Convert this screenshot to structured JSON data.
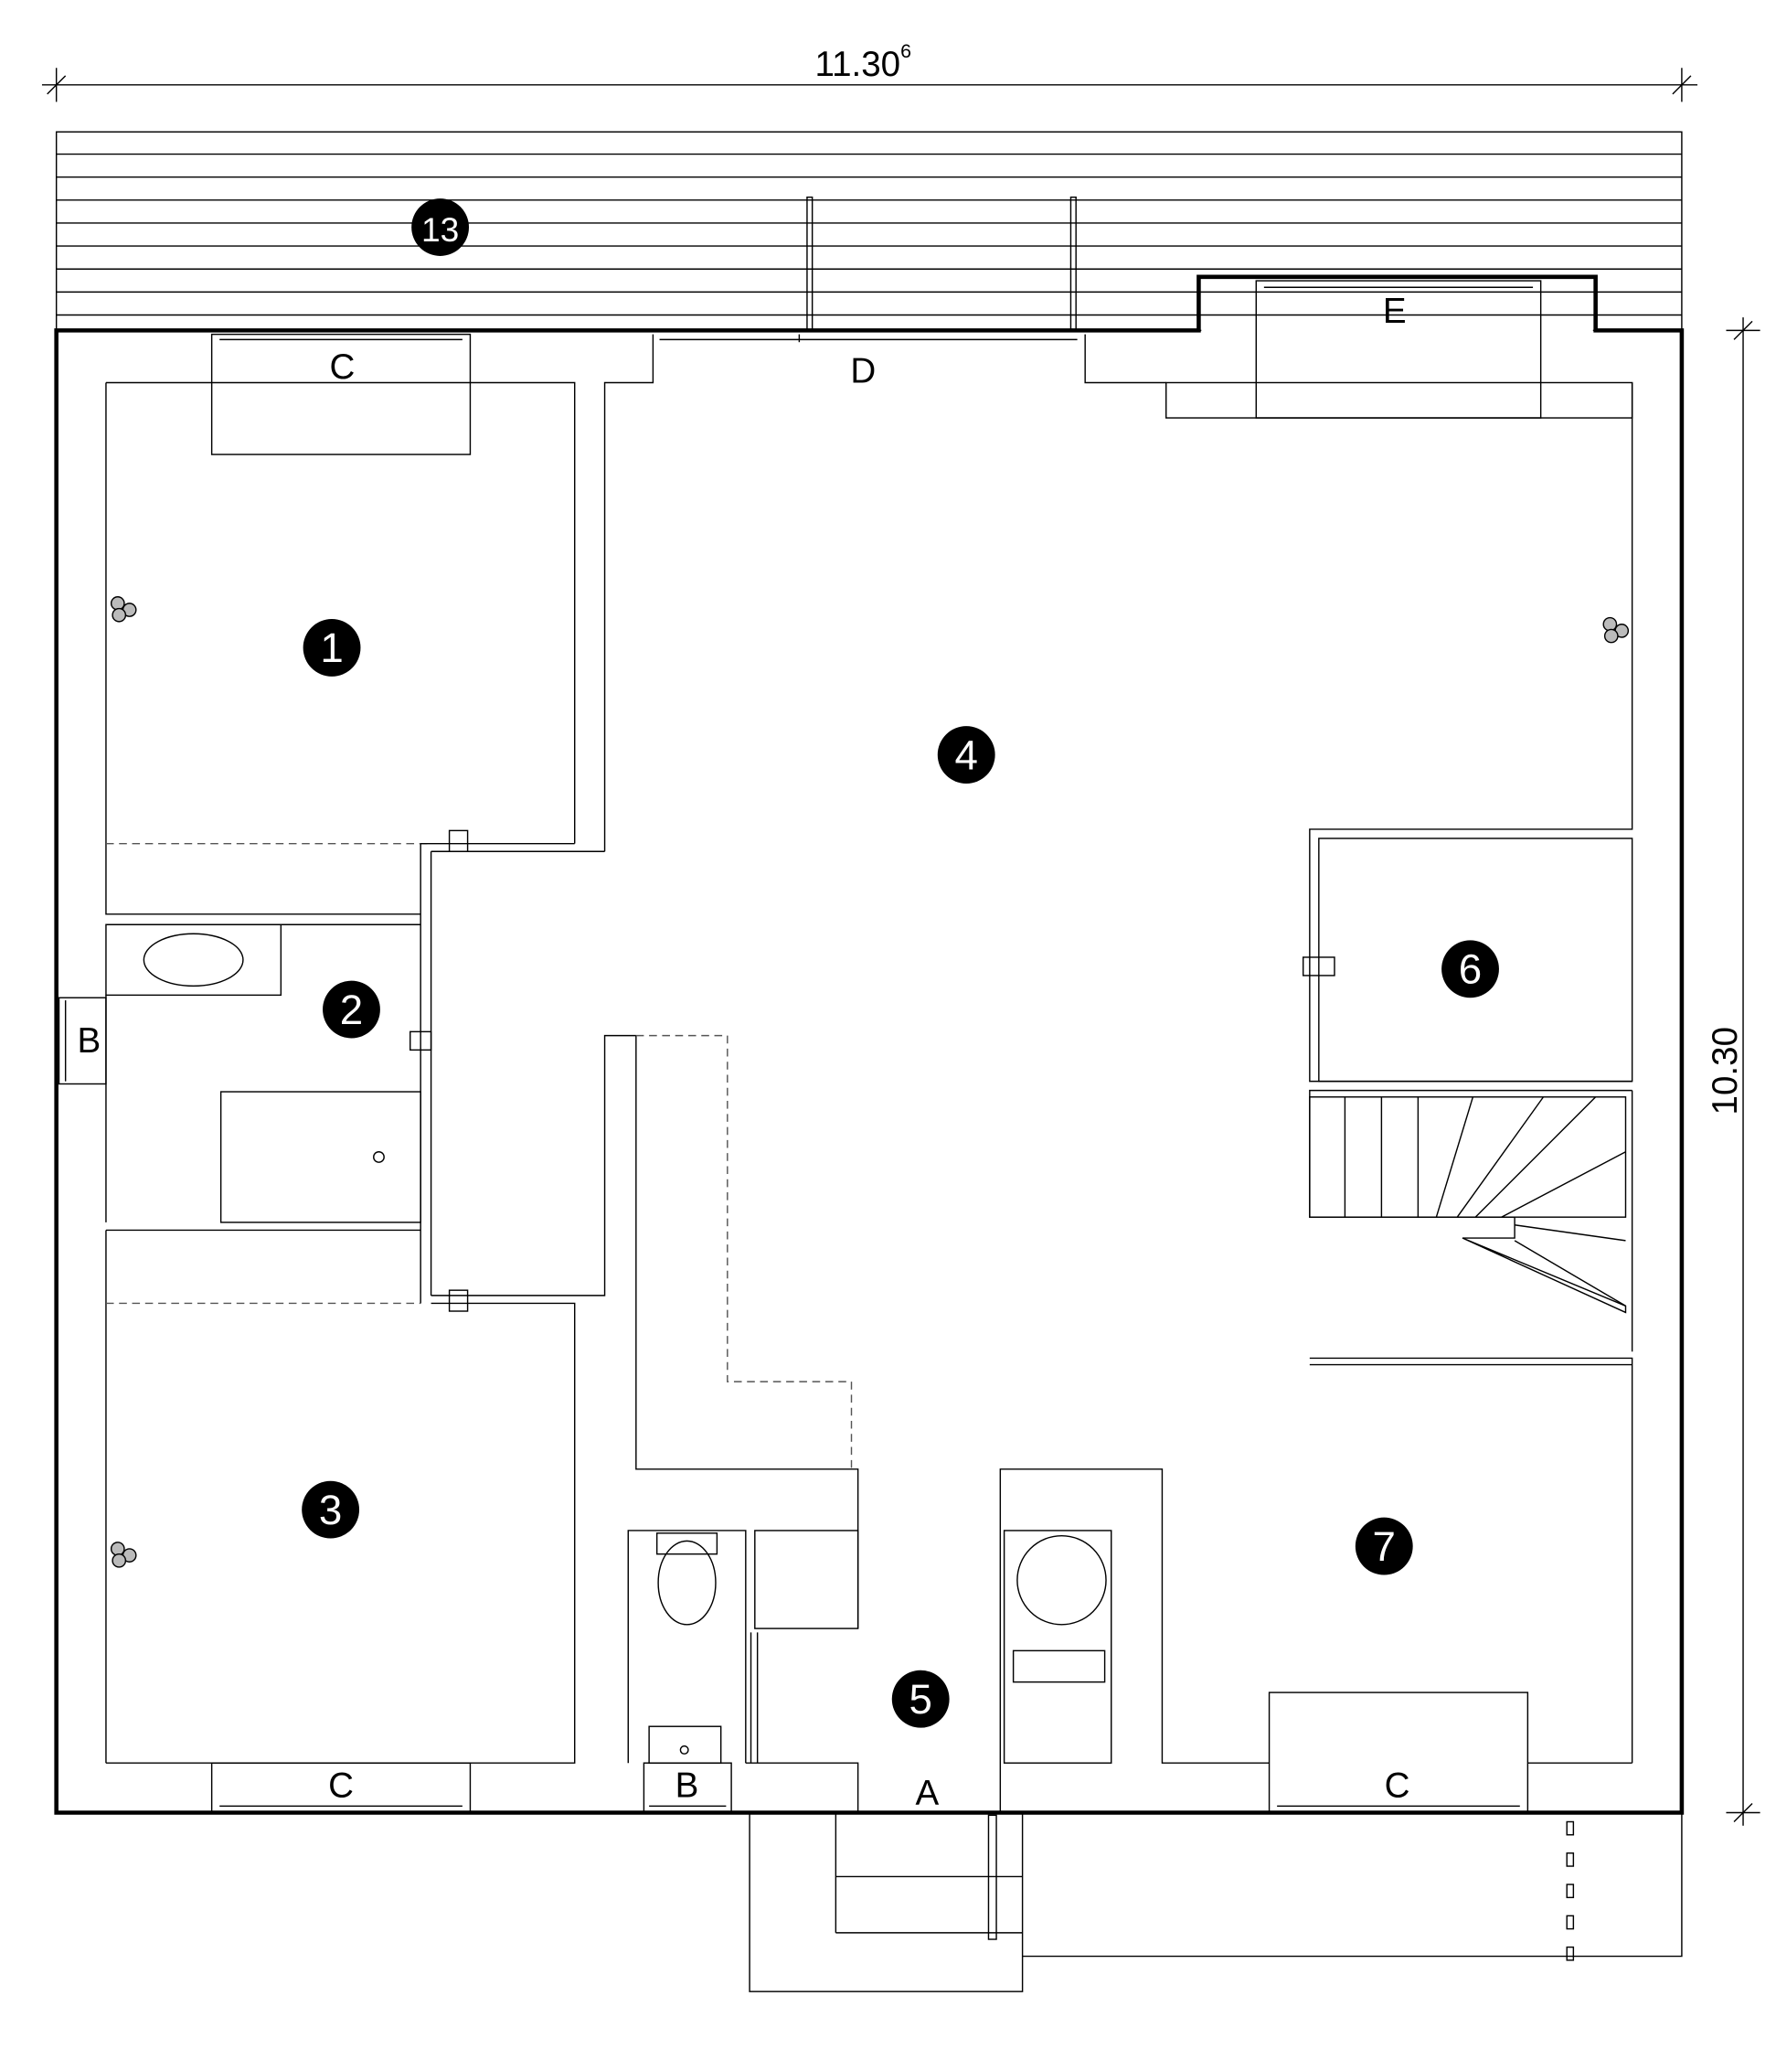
{
  "dimensions": {
    "width_main": "11.30",
    "width_sup": "6",
    "height": "10.30"
  },
  "rooms": [
    {
      "id": "1",
      "label": "1"
    },
    {
      "id": "2",
      "label": "2"
    },
    {
      "id": "3",
      "label": "3"
    },
    {
      "id": "4",
      "label": "4"
    },
    {
      "id": "5",
      "label": "5"
    },
    {
      "id": "6",
      "label": "6"
    },
    {
      "id": "7",
      "label": "7"
    },
    {
      "id": "13",
      "label": "13"
    }
  ],
  "openings": [
    {
      "id": "c-top",
      "label": "C"
    },
    {
      "id": "d-top",
      "label": "D"
    },
    {
      "id": "e-top",
      "label": "E"
    },
    {
      "id": "b-left",
      "label": "B"
    },
    {
      "id": "c-bottom-left",
      "label": "C"
    },
    {
      "id": "b-bottom",
      "label": "B"
    },
    {
      "id": "a-entry",
      "label": "A"
    },
    {
      "id": "c-bottom-right",
      "label": "C"
    }
  ],
  "colors": {
    "line": "#000000",
    "marker_fill": "#000000",
    "marker_text": "#ffffff"
  }
}
